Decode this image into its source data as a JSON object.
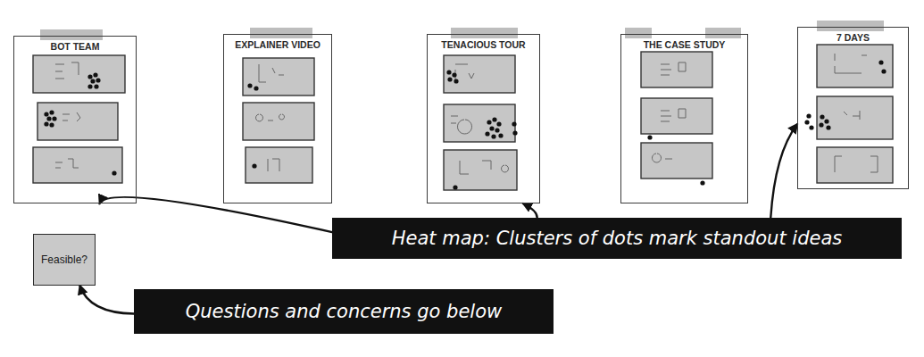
{
  "diagram": {
    "nodes": [
      {
        "text": [
          "BOT TEAM"
        ]
      },
      {
        "text": [
          "EXPLAINER VIDEO"
        ]
      },
      {
        "text": [
          "TENACIOUS TOUR"
        ]
      },
      {
        "text": [
          "THE CASE STUDY"
        ]
      },
      {
        "text": [
          "7 DAYS"
        ]
      },
      {
        "text": [
          "Feasible?"
        ]
      },
      {
        "text": [
          "Heat map: Clusters of dots mark standout ideas"
        ]
      },
      {
        "text": [
          "Questions and concerns go below"
        ]
      }
    ],
    "edges": [
      {
        "from": 6,
        "to": 0,
        "arrow": "to"
      },
      {
        "from": 6,
        "to": 2,
        "arrow": "to"
      },
      {
        "from": 6,
        "to": 4,
        "arrow": "to"
      },
      {
        "from": 7,
        "to": 5,
        "arrow": "to"
      }
    ]
  }
}
